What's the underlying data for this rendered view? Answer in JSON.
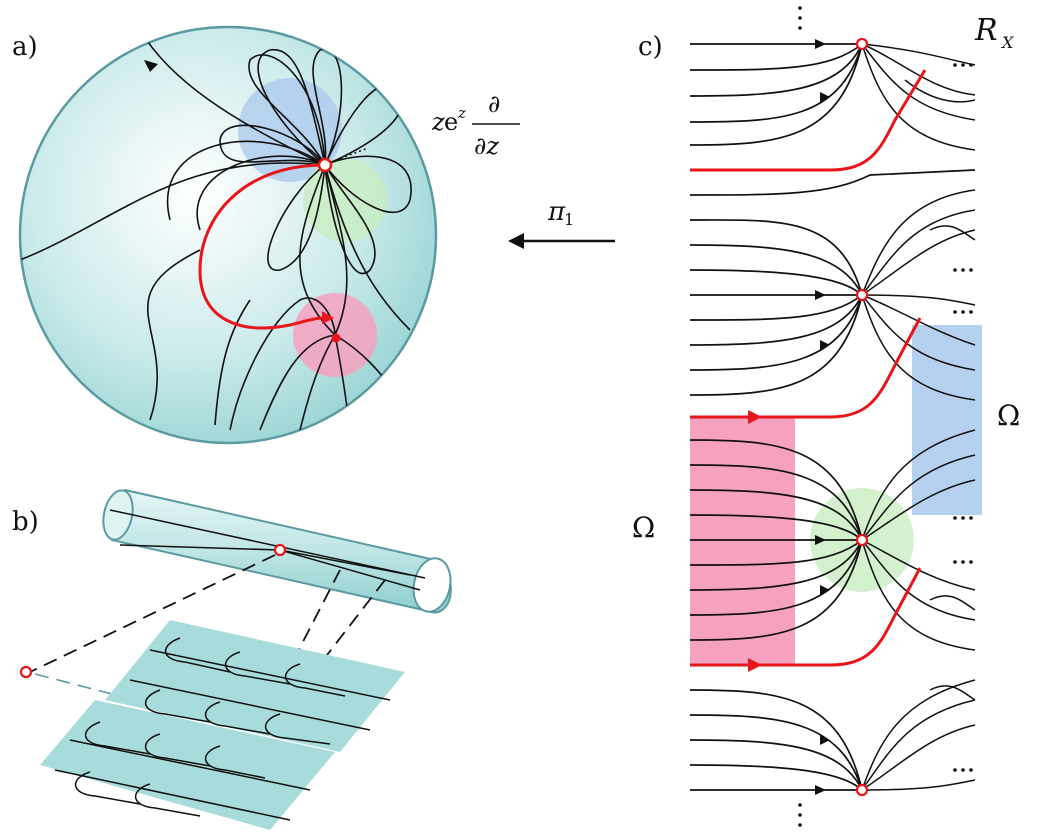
{
  "panels": {
    "a": {
      "label": "a)"
    },
    "b": {
      "label": "b)"
    },
    "c": {
      "label": "c)"
    }
  },
  "labels": {
    "vector_field_z": "z",
    "vector_field_e": "e",
    "vector_field_exp": "z",
    "vector_field_num": "∂",
    "vector_field_den": "∂z",
    "projection": "π",
    "projection_sub": "1",
    "riemann_surface": "R",
    "riemann_surface_sub": "X",
    "omega_left": "Ω",
    "omega_right": "Ω"
  },
  "colors": {
    "sphere_fill": "#bfe6e6",
    "sphere_edge": "#5a9aa0",
    "flow_line": "#111111",
    "highlight_path": "#e8161b",
    "region_pink": "#f7a1c0",
    "region_green": "#c9eec0",
    "region_blue": "#a9c8ec",
    "sheet_fill": "#a8dcdc"
  }
}
